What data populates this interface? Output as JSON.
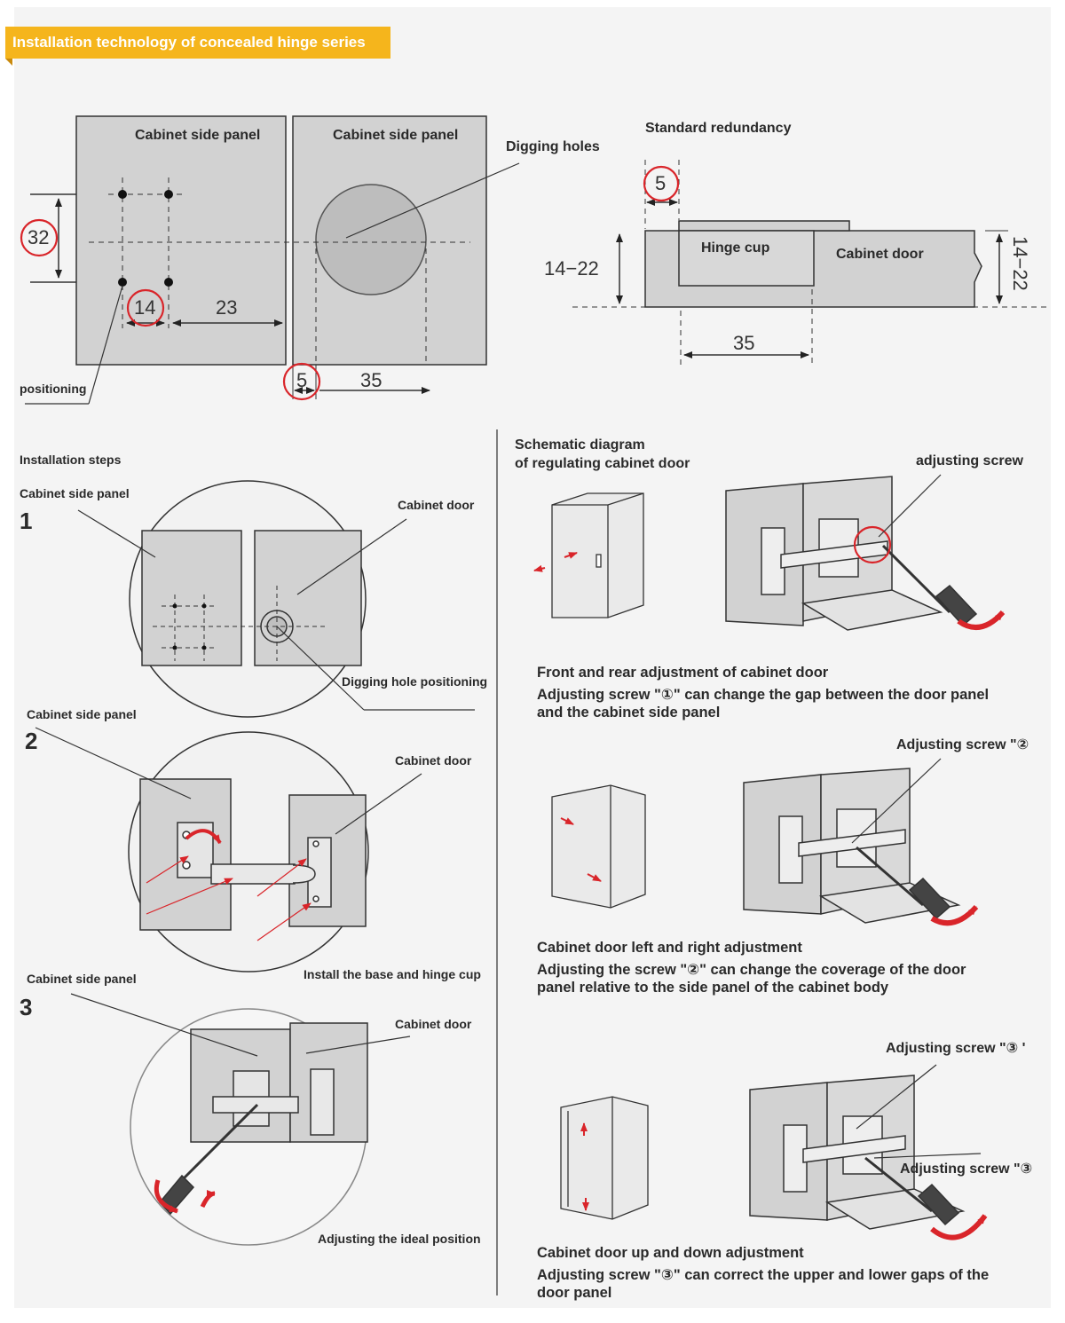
{
  "header": {
    "title": "Installation technology of concealed hinge series"
  },
  "drilling_diagram": {
    "panel_left_label": "Cabinet side panel",
    "panel_right_label": "Cabinet side panel",
    "digging_holes_label": "Digging holes",
    "positioning_label": "positioning",
    "dim_32": "32",
    "dim_14": "14",
    "dim_23": "23",
    "dim_5": "5",
    "dim_35": "35"
  },
  "redundancy_diagram": {
    "title": "Standard redundancy",
    "dim_5": "5",
    "hinge_cup_label": "Hinge cup",
    "cabinet_door_label": "Cabinet door",
    "dim_thickness_left": "14−22",
    "dim_thickness_right": "14−22",
    "dim_35": "35"
  },
  "installation_steps": {
    "heading": "Installation steps",
    "step1": {
      "number": "1",
      "side_panel_label": "Cabinet side panel",
      "door_label": "Cabinet door",
      "caption": "Digging hole positioning"
    },
    "step2": {
      "number": "2",
      "side_panel_label": "Cabinet side panel",
      "door_label": "Cabinet door",
      "caption": "Install the base and hinge cup"
    },
    "step3": {
      "number": "3",
      "side_panel_label": "Cabinet side panel",
      "door_label": "Cabinet door",
      "caption": "Adjusting the ideal position"
    }
  },
  "regulating": {
    "title_line1": "Schematic diagram",
    "title_line2": "of regulating cabinet door",
    "adj1": {
      "screw_label": "adjusting screw",
      "title": "Front and rear adjustment of cabinet door",
      "desc_line1": "Adjusting screw \"①\" can change the gap between the door panel",
      "desc_line2": "and the cabinet side panel"
    },
    "adj2": {
      "screw_label": "Adjusting screw \"②",
      "title": "Cabinet door left and right adjustment",
      "desc_line1": "Adjusting the screw \"②\" can change the coverage of the door",
      "desc_line2": "panel relative to the side panel of the cabinet body"
    },
    "adj3": {
      "screw_label_top": "Adjusting screw \"③ '",
      "screw_label_bottom": "Adjusting screw \"③",
      "title": "Cabinet door up and down adjustment",
      "desc_line1": "Adjusting screw \"③\" can correct the upper and lower gaps of the",
      "desc_line2": "door panel"
    }
  },
  "colors": {
    "banner": "#f5b51c",
    "accent_red": "#d9252a",
    "panel_gray": "#d2d2d2",
    "line": "#333333"
  }
}
